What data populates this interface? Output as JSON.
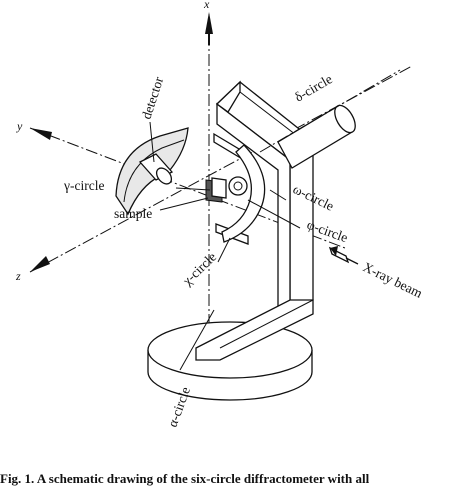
{
  "axes": {
    "x": "x",
    "y": "y",
    "z": "z"
  },
  "labels": {
    "detector": "detector",
    "delta": "δ-circle",
    "omega": "ω-circle",
    "gamma": "γ-circle",
    "sample": "sample",
    "phi": "φ-circle",
    "chi": "χ-circle",
    "xray": "X-ray beam",
    "alpha": "α-circle"
  },
  "caption": "Fig. 1. A schematic drawing of the six-circle diffractometer with all"
}
